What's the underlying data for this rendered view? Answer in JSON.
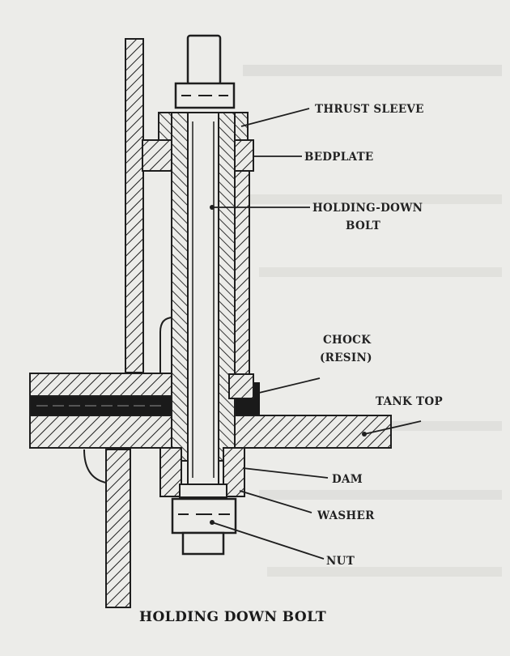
{
  "caption": "HOLDING DOWN BOLT",
  "labels": {
    "thrust_sleeve": "THRUST SLEEVE",
    "bedplate": "BEDPLATE",
    "holding_down_bolt_1": "HOLDING-DOWN",
    "holding_down_bolt_2": "BOLT",
    "chock_1": "CHOCK",
    "chock_2": "(RESIN)",
    "tank_top": "TANK TOP",
    "dam": "DAM",
    "washer": "WASHER",
    "nut": "NUT"
  },
  "colors": {
    "ink": "#1e1e1e",
    "paper": "#ecece9",
    "resin": "#1a1a1a",
    "show_through": "#bdbdb8"
  }
}
